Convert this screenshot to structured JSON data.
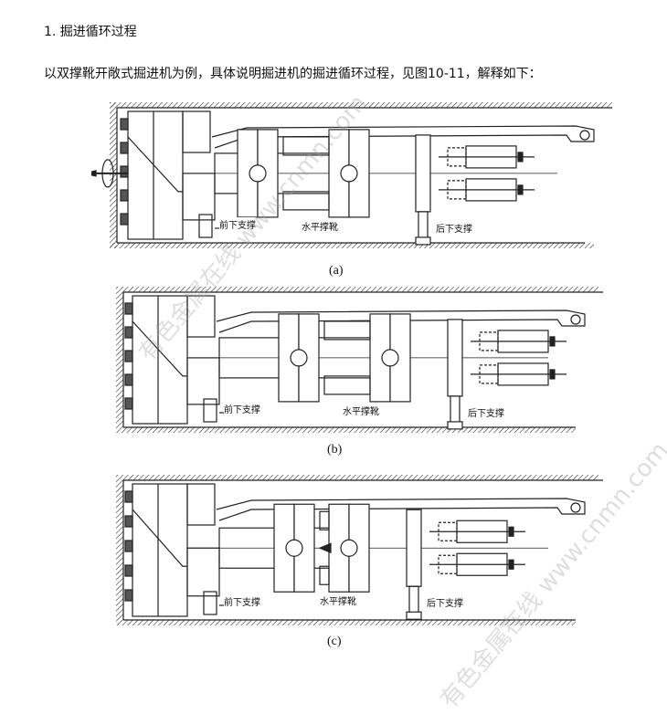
{
  "heading": "1. 掘进循环过程",
  "intro": "以双撑靴开敞式掘进机为例，具体说明掘进机的掘进循环过程，见图10-11，解释如下：",
  "labels": {
    "front_support": "前下支撑",
    "gripper": "水平撑靴",
    "rear_support": "后下支撑"
  },
  "captions": [
    "(a)",
    "(b)",
    "(c)"
  ],
  "watermark": "有色金属在线 www.cnmn.com"
}
